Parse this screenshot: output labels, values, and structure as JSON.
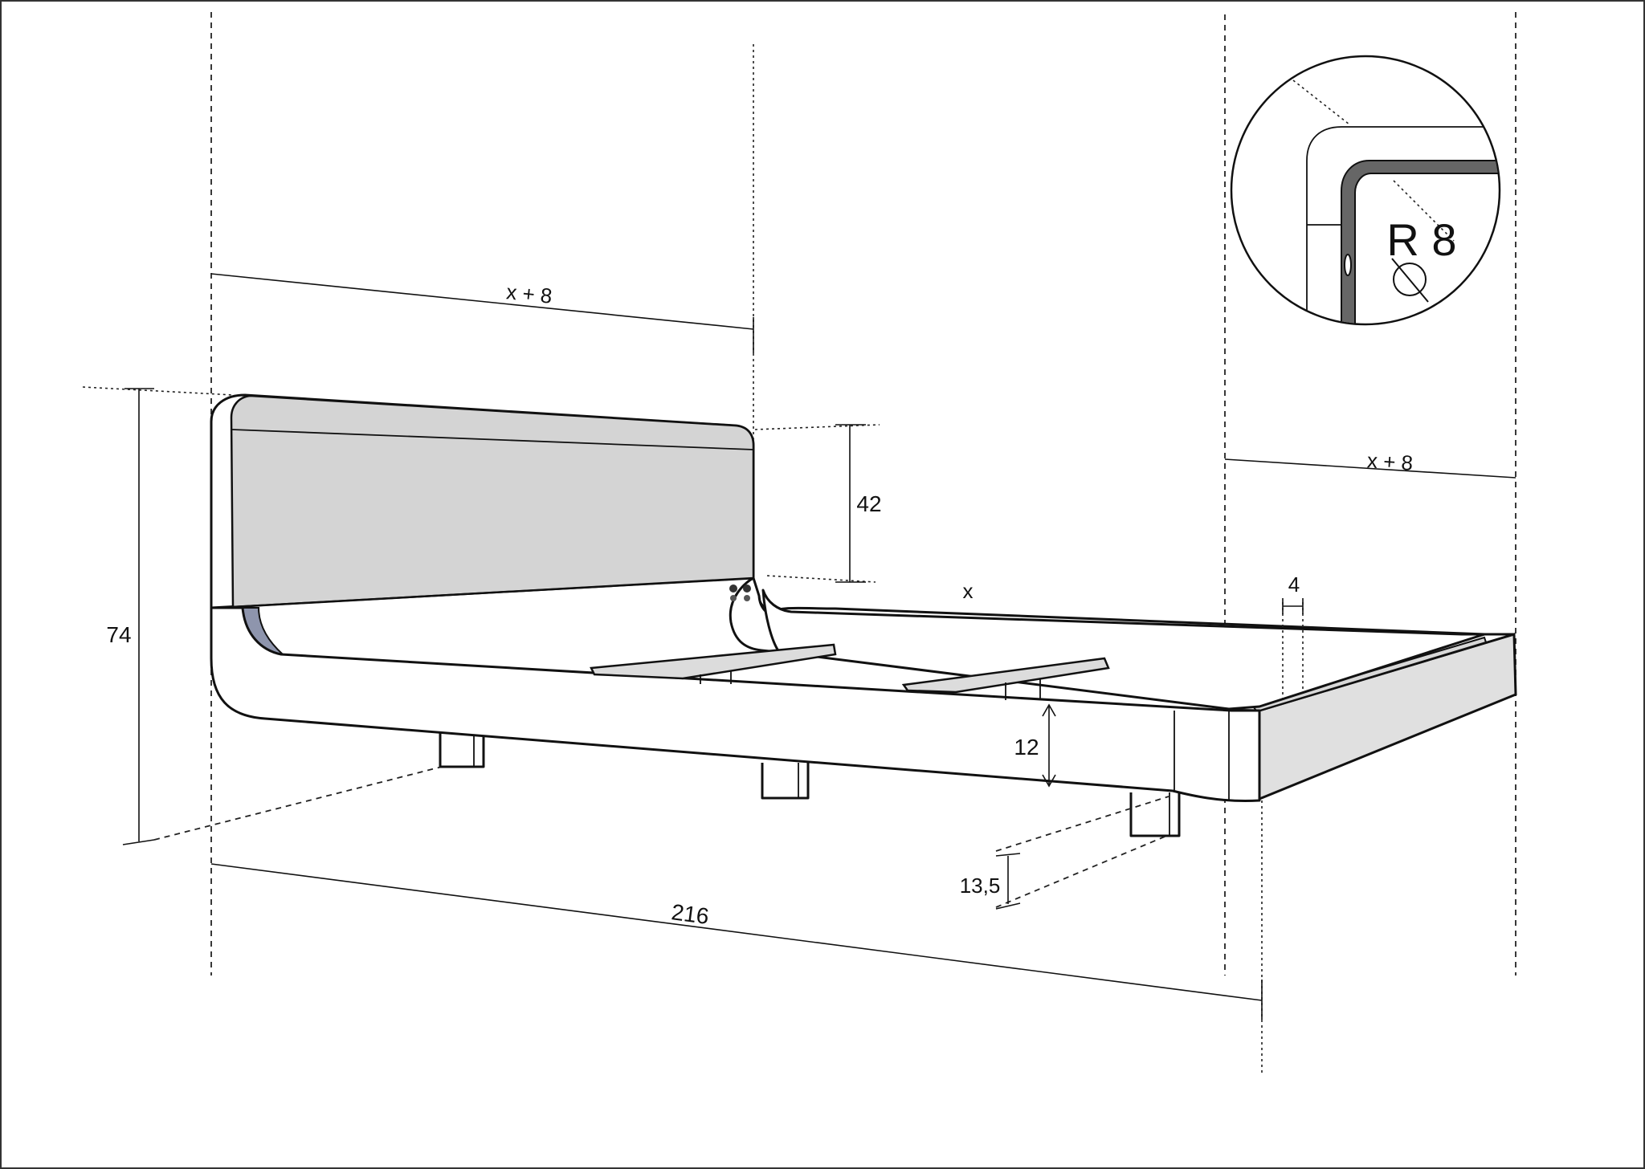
{
  "diagram": {
    "dimensions": {
      "headboard_width": "x + 8",
      "side_width": "x + 8",
      "headboard_height": "42",
      "total_height": "74",
      "mattress_width": "x",
      "frame_thickness": "4",
      "frame_height": "12",
      "leg_height": "13,5",
      "total_length": "216"
    },
    "detail": {
      "radius_label": "R 8"
    },
    "colors": {
      "line": "#111111",
      "headboard_fill": "#d4d4d4",
      "inner_curve_fill": "#8e95ad",
      "rail_fill": "#dcdcdc",
      "frame_side_fill": "#e0e0e0"
    }
  }
}
